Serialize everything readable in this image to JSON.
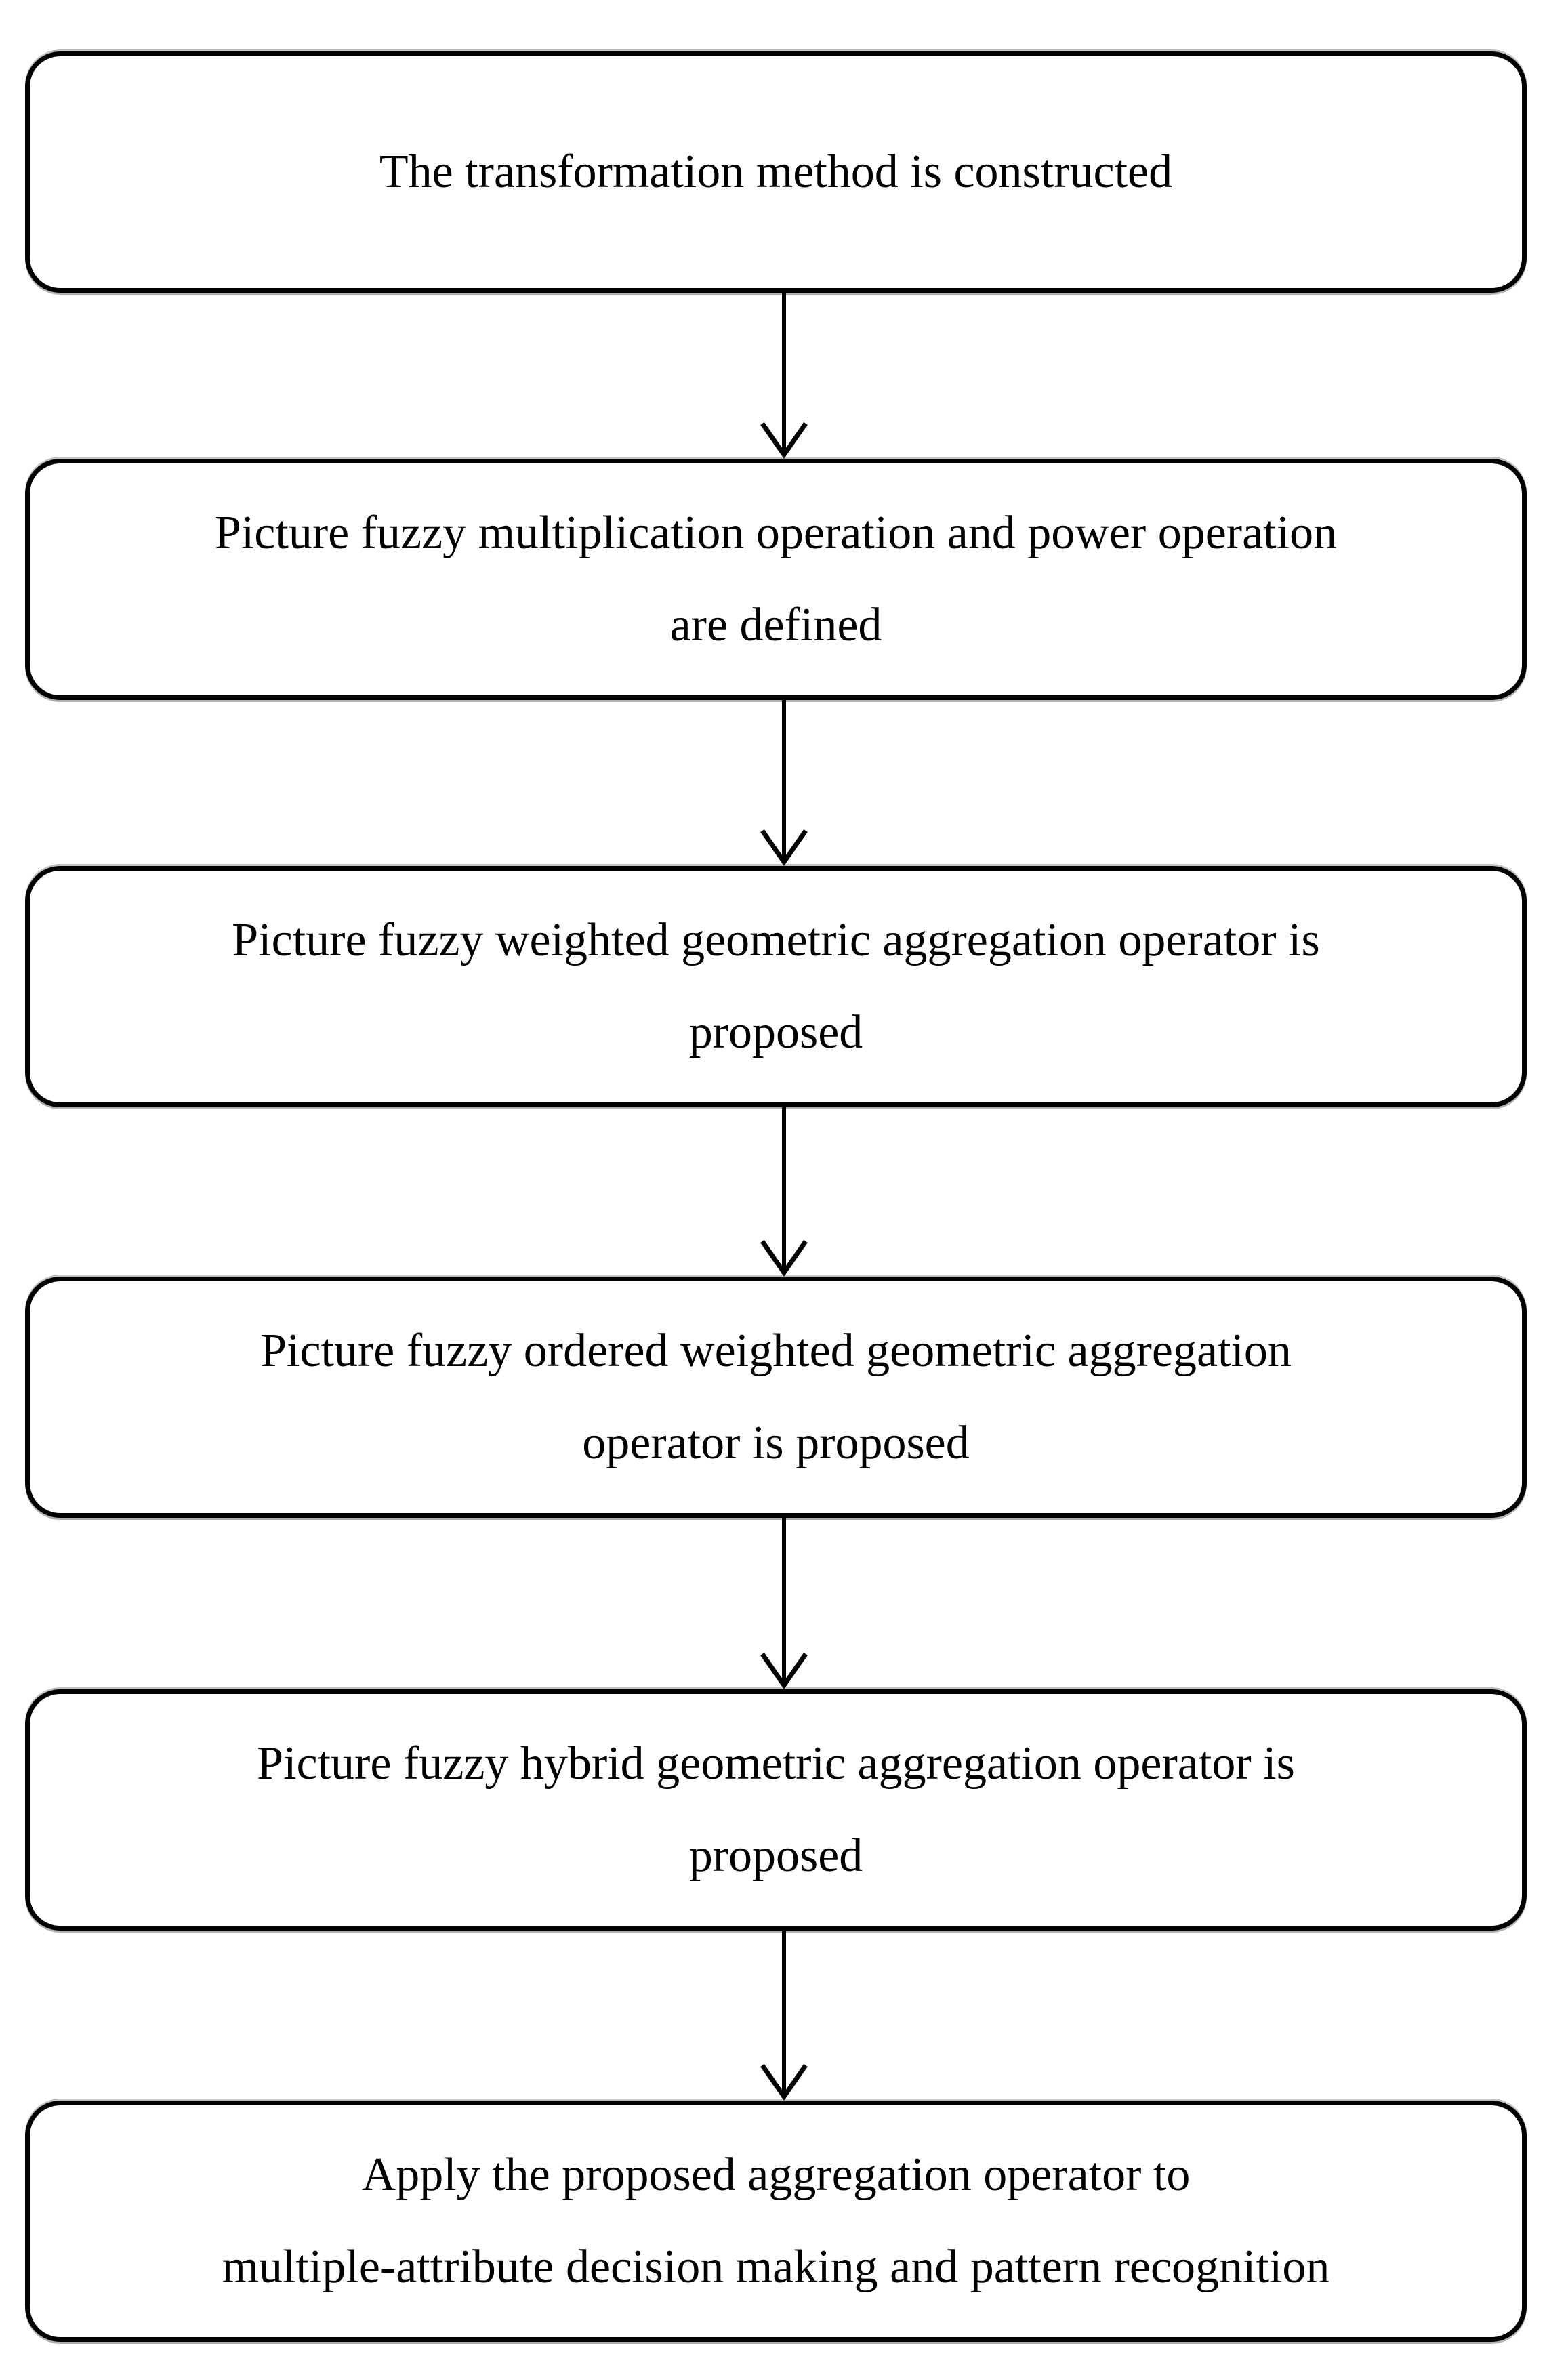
{
  "diagram": {
    "type": "flowchart",
    "direction": "top-down",
    "colors": {
      "background": "#ffffff",
      "node_fill": "#ffffff",
      "node_border": "#000000",
      "text": "#000000",
      "arrow": "#000000"
    },
    "nodes": [
      {
        "lines": [
          "The transformation method is constructed"
        ]
      },
      {
        "lines": [
          "Picture fuzzy multiplication operation and power operation",
          "are defined"
        ]
      },
      {
        "lines": [
          "Picture fuzzy weighted geometric aggregation operator is",
          "proposed"
        ]
      },
      {
        "lines": [
          "Picture fuzzy ordered weighted geometric aggregation",
          "operator is proposed"
        ]
      },
      {
        "lines": [
          "Picture fuzzy hybrid geometric aggregation operator is",
          "proposed"
        ]
      },
      {
        "lines": [
          "Apply the proposed aggregation operator to",
          "multiple-attribute decision making and pattern recognition"
        ]
      }
    ],
    "edges": [
      {
        "from": 0,
        "to": 1
      },
      {
        "from": 1,
        "to": 2
      },
      {
        "from": 2,
        "to": 3
      },
      {
        "from": 3,
        "to": 4
      },
      {
        "from": 4,
        "to": 5
      }
    ]
  }
}
